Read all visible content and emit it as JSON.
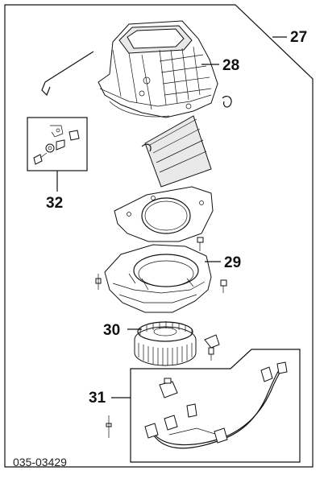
{
  "diagram": {
    "callouts": {
      "c27": "27",
      "c28": "28",
      "c29": "29",
      "c30": "30",
      "c31": "31",
      "c32": "32"
    },
    "drawing_code": "035-03429"
  }
}
